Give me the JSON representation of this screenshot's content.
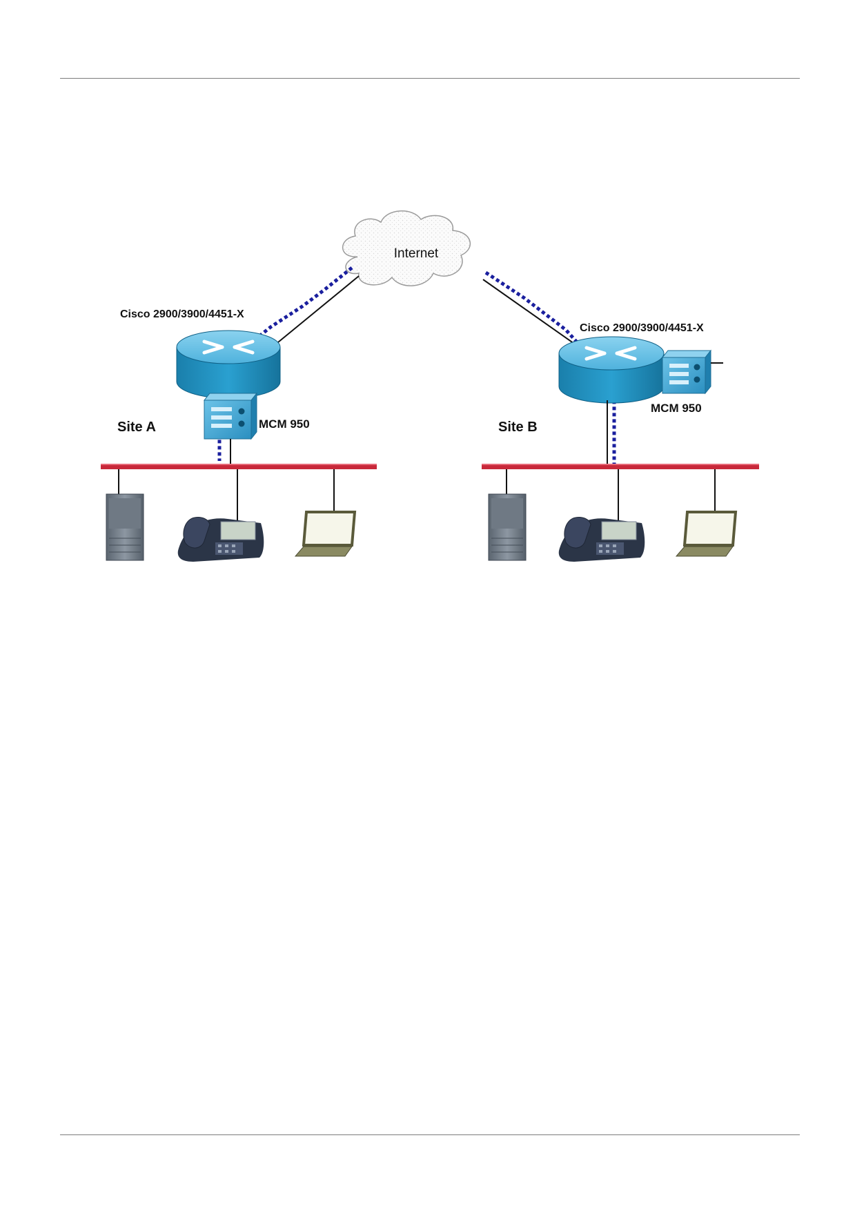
{
  "diagram": {
    "cloud": {
      "label": "Internet"
    },
    "site_a": {
      "router_label": "Cisco 2900/3900/4451-X",
      "site_label": "Site A",
      "module_label": "MCM 950"
    },
    "site_b": {
      "router_label": "Cisco 2900/3900/4451-X",
      "site_label": "Site B",
      "module_label": "MCM 950"
    },
    "devices": [
      "server-icon",
      "ip-phone-icon",
      "laptop-icon"
    ],
    "colors": {
      "router_body": "#1f8fbe",
      "router_top": "#6ec3e6",
      "lan_bus": "#c8283a",
      "dotted_path": "#1a1f9e",
      "link": "#111111"
    }
  }
}
